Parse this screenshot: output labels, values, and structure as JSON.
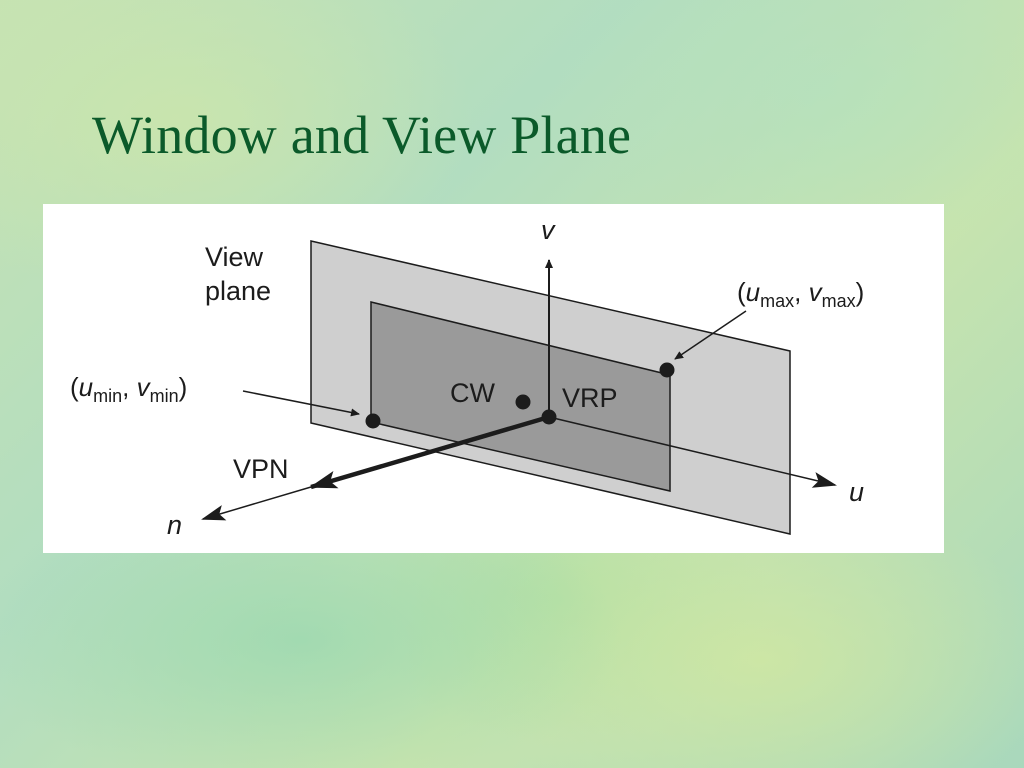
{
  "slide": {
    "title": "Window and View Plane"
  },
  "diagram": {
    "view_plane_label_line1": "View",
    "view_plane_label_line2": "plane",
    "axis_v": "v",
    "axis_u": "u",
    "axis_n": "n",
    "vpn": "VPN",
    "cw": "CW",
    "vrp": "VRP",
    "min_label": {
      "open": "(",
      "u": "u",
      "u_sub": "min",
      "sep": ", ",
      "v": "v",
      "v_sub": "min",
      "close": ")"
    },
    "max_label": {
      "open": "(",
      "u": "u",
      "u_sub": "max",
      "sep": ", ",
      "v": "v",
      "v_sub": "max",
      "close": ")"
    },
    "colors": {
      "plane": "#cfcfcf",
      "window": "#9a9a9a",
      "ink": "#1c1c1c",
      "title": "#0b5a2a"
    }
  }
}
